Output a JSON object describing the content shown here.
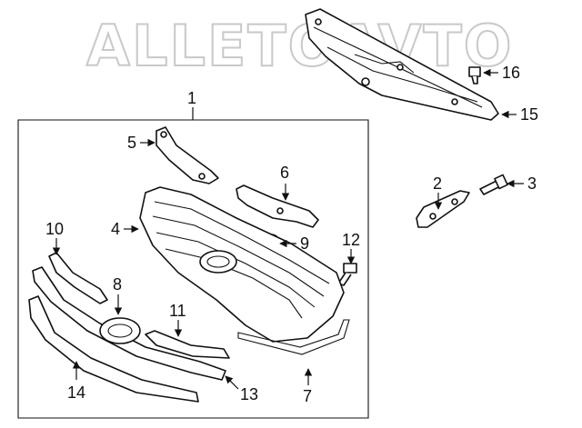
{
  "watermark": {
    "text": "ALLETOAVTO"
  },
  "assembly_bracket_number": "1",
  "callouts": [
    {
      "id": "c1",
      "label": "1"
    },
    {
      "id": "c2",
      "label": "2"
    },
    {
      "id": "c3",
      "label": "3"
    },
    {
      "id": "c4",
      "label": "4"
    },
    {
      "id": "c5",
      "label": "5"
    },
    {
      "id": "c6",
      "label": "6"
    },
    {
      "id": "c7",
      "label": "7"
    },
    {
      "id": "c8",
      "label": "8"
    },
    {
      "id": "c9",
      "label": "9"
    },
    {
      "id": "c10",
      "label": "10"
    },
    {
      "id": "c11",
      "label": "11"
    },
    {
      "id": "c12",
      "label": "12"
    },
    {
      "id": "c13",
      "label": "13"
    },
    {
      "id": "c14",
      "label": "14"
    },
    {
      "id": "c15",
      "label": "15"
    },
    {
      "id": "c16",
      "label": "16"
    }
  ],
  "colors": {
    "line": "#111111",
    "watermark": "#c9c9c9",
    "background": "#ffffff"
  }
}
